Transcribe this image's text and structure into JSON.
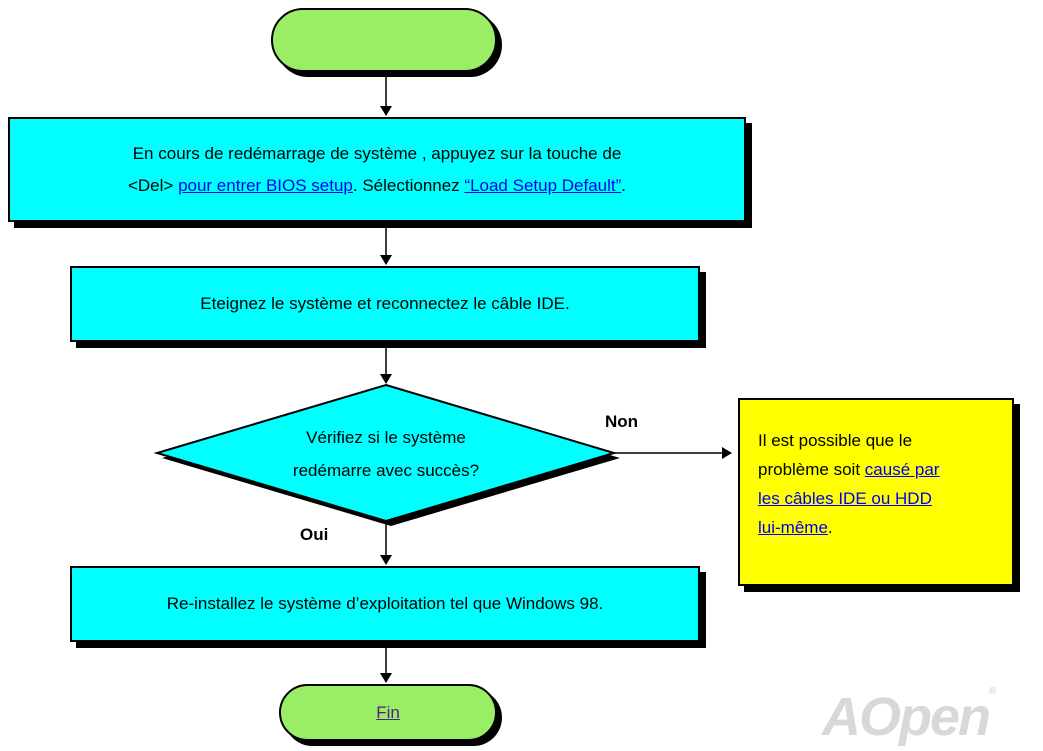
{
  "flowchart": {
    "step1": {
      "line1": "En cours de redémarrage de système , appuyez sur la touche de",
      "line2_prefix": "<Del> ",
      "link_bios": "pour entrer BIOS setup",
      "line2_mid": ". Sélectionnez ",
      "link_default": "“Load Setup Default”",
      "line2_suffix": "."
    },
    "step2": "Eteignez le système et reconnectez le câble IDE.",
    "decision": {
      "line1": "Vérifiez si le système",
      "line2": "redémarre avec succès?"
    },
    "no_label": "Non",
    "yes_label": "Oui",
    "note": {
      "line1": "Il est possible que le",
      "line2_prefix": "problème soit ",
      "link_line2": "causé par",
      "link_line3": "les câbles IDE ou HDD",
      "link_line4": "lui-même",
      "line4_suffix": "."
    },
    "step3": "Re-installez le système d’exploitation tel que Windows 98.",
    "end_link": "Fin"
  },
  "watermark": {
    "text": "AOpen",
    "reg": "®"
  },
  "colors": {
    "process_fill": "#00ffff",
    "terminal_fill": "#99ee66",
    "note_fill": "#ffff00",
    "link": "#0000ee"
  }
}
